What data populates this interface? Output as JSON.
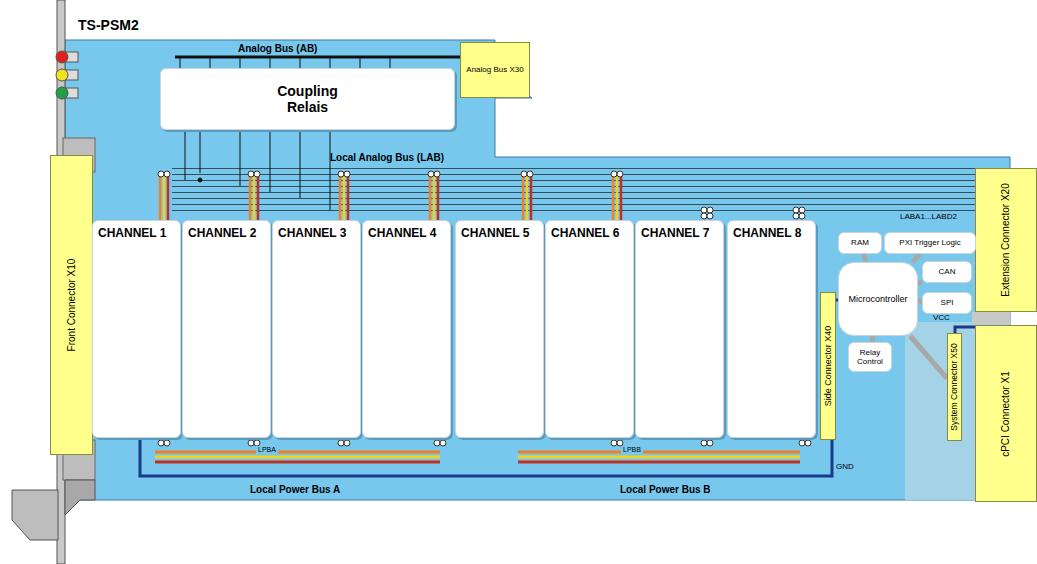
{
  "diagram": {
    "title": "TS-PSM2",
    "nodes": [
      {
        "text": [
          "Analog Bus X30"
        ]
      },
      {
        "text": [
          "Coupling Relais"
        ]
      },
      {
        "text": [
          "Front Connector X10"
        ]
      },
      {
        "text": [
          "CHANNEL 1"
        ]
      },
      {
        "text": [
          "CHANNEL 2"
        ]
      },
      {
        "text": [
          "CHANNEL 3"
        ]
      },
      {
        "text": [
          "CHANNEL 4"
        ]
      },
      {
        "text": [
          "CHANNEL 5"
        ]
      },
      {
        "text": [
          "CHANNEL 6"
        ]
      },
      {
        "text": [
          "CHANNEL 7"
        ]
      },
      {
        "text": [
          "CHANNEL 8"
        ]
      },
      {
        "text": [
          "Extension Connector X20"
        ]
      },
      {
        "text": [
          "RAM"
        ]
      },
      {
        "text": [
          "PXI Trigger Logic"
        ]
      },
      {
        "text": [
          "Microcontroller"
        ]
      },
      {
        "text": [
          "CAN"
        ]
      },
      {
        "text": [
          "SPI"
        ]
      },
      {
        "text": [
          "Relay Control"
        ]
      },
      {
        "text": [
          "Side Connector X40"
        ]
      },
      {
        "text": [
          "System Connector X50"
        ]
      },
      {
        "text": [
          "cPCI Connector X1"
        ]
      }
    ],
    "edges": [
      {
        "from": 14,
        "to": 12,
        "arrow": "none"
      },
      {
        "from": 14,
        "to": 13,
        "arrow": "none"
      },
      {
        "from": 14,
        "to": 15,
        "arrow": "none"
      },
      {
        "from": 14,
        "to": 16,
        "arrow": "none"
      },
      {
        "from": 14,
        "to": 17,
        "arrow": "none"
      },
      {
        "from": 14,
        "to": 19,
        "arrow": "none"
      }
    ],
    "labels": [
      "Analog Bus (AB)",
      "Local Analog Bus (LAB)",
      "LABA1...LABD2",
      "VCC",
      "LPBA",
      "LPBB",
      "GND",
      "Local Power Bus A",
      "Local Power Bus B"
    ]
  }
}
